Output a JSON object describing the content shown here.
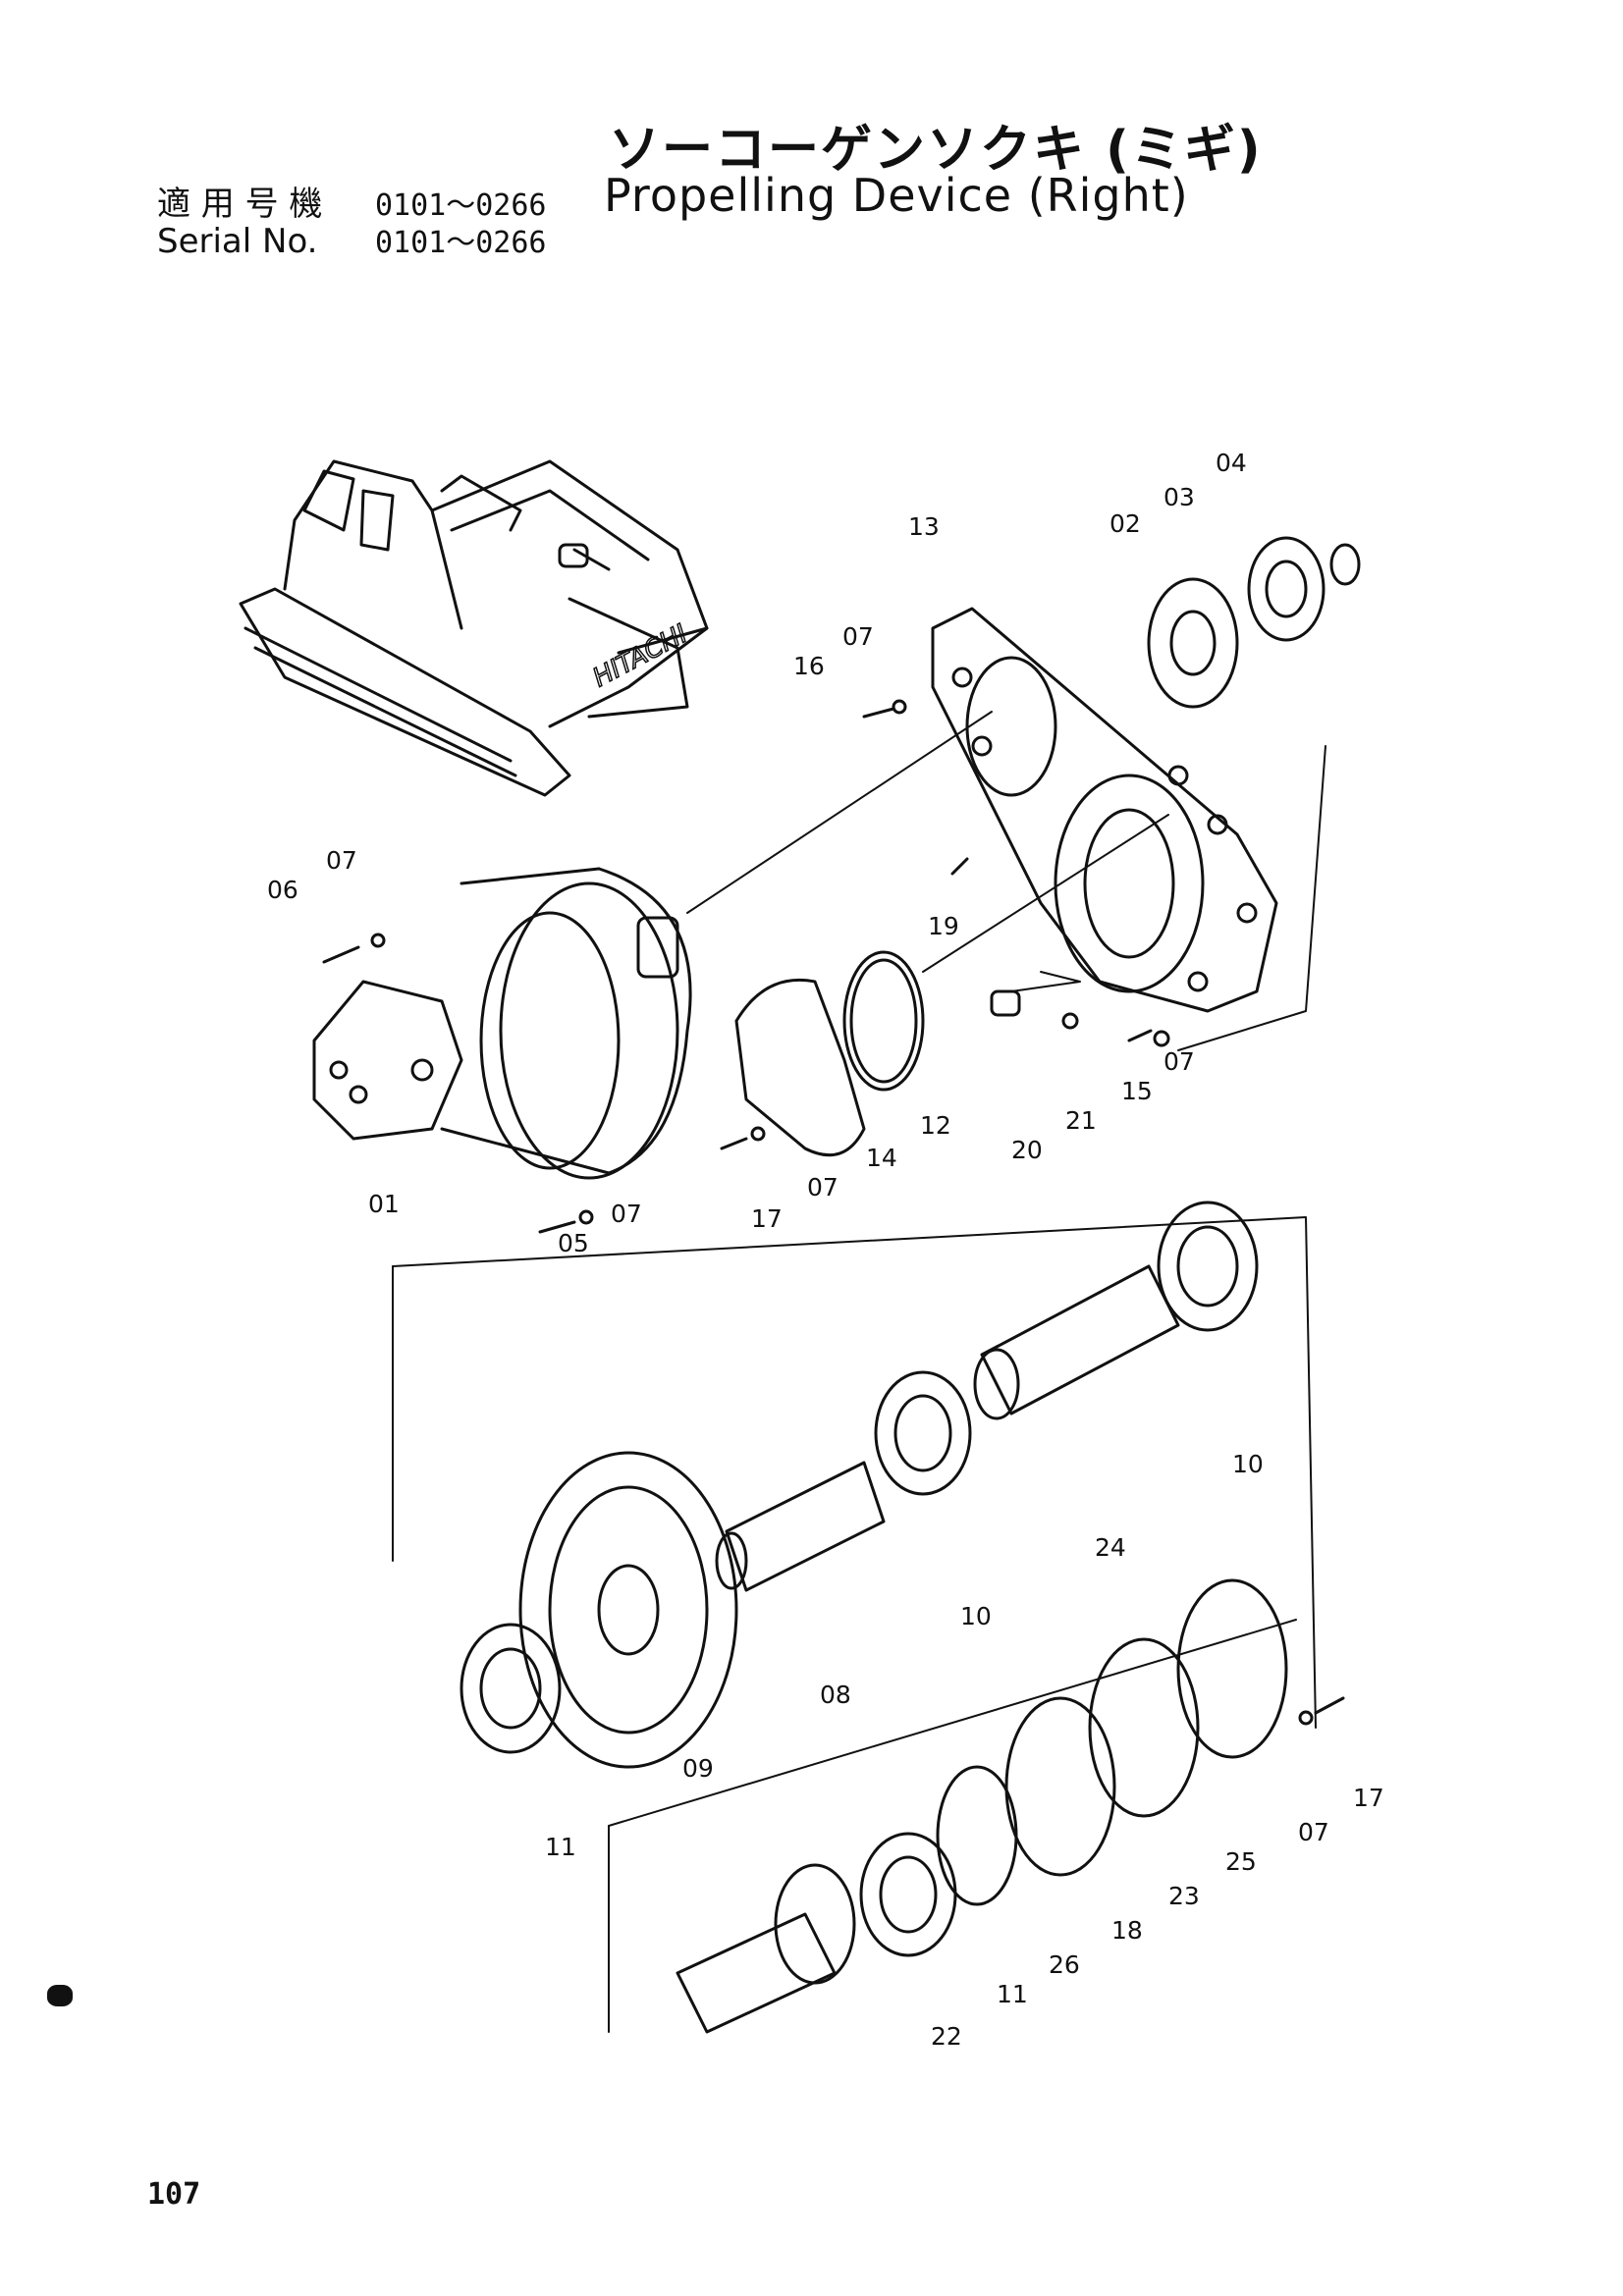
{
  "header": {
    "title_jp": "ソーコーゲンソクキ (ミギ)",
    "title_en": "Propelling Device (Right)",
    "row1_label": "適 用 号 機",
    "row1_serial": "0101～0266",
    "row2_label": "Serial No.",
    "row2_serial": "0101～0266"
  },
  "logo_text": "HITACHI",
  "page_number": "107",
  "callouts": {
    "c01": "01",
    "c02": "02",
    "c03": "03",
    "c04": "04",
    "c05": "05",
    "c06": "06",
    "c07a": "07",
    "c07b": "07",
    "c07c": "07",
    "c07d": "07",
    "c07e": "07",
    "c07f": "07",
    "c08": "08",
    "c09": "09",
    "c10a": "10",
    "c10b": "10",
    "c11a": "11",
    "c11b": "11",
    "c12": "12",
    "c13": "13",
    "c14": "14",
    "c15": "15",
    "c16": "16",
    "c17a": "17",
    "c17b": "17",
    "c18": "18",
    "c19": "19",
    "c20": "20",
    "c21": "21",
    "c22": "22",
    "c23": "23",
    "c24": "24",
    "c25": "25",
    "c26": "26"
  }
}
